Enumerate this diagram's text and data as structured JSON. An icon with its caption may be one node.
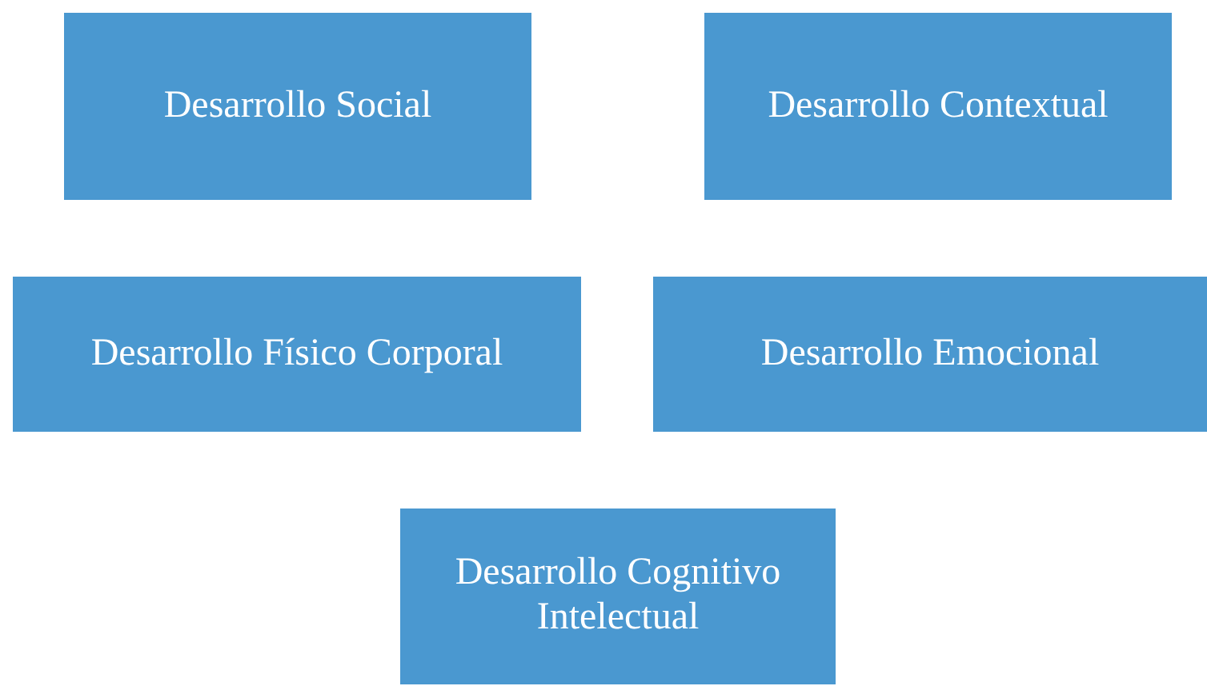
{
  "diagram": {
    "nodes": [
      {
        "text": [
          "Desarrollo Social"
        ]
      },
      {
        "text": [
          "Desarrollo Contextual"
        ]
      },
      {
        "text": [
          "Desarrollo Físico Corporal"
        ]
      },
      {
        "text": [
          "Desarrollo Emocional"
        ]
      },
      {
        "text": [
          "Desarrollo Cognitivo Intelectual"
        ]
      }
    ]
  }
}
